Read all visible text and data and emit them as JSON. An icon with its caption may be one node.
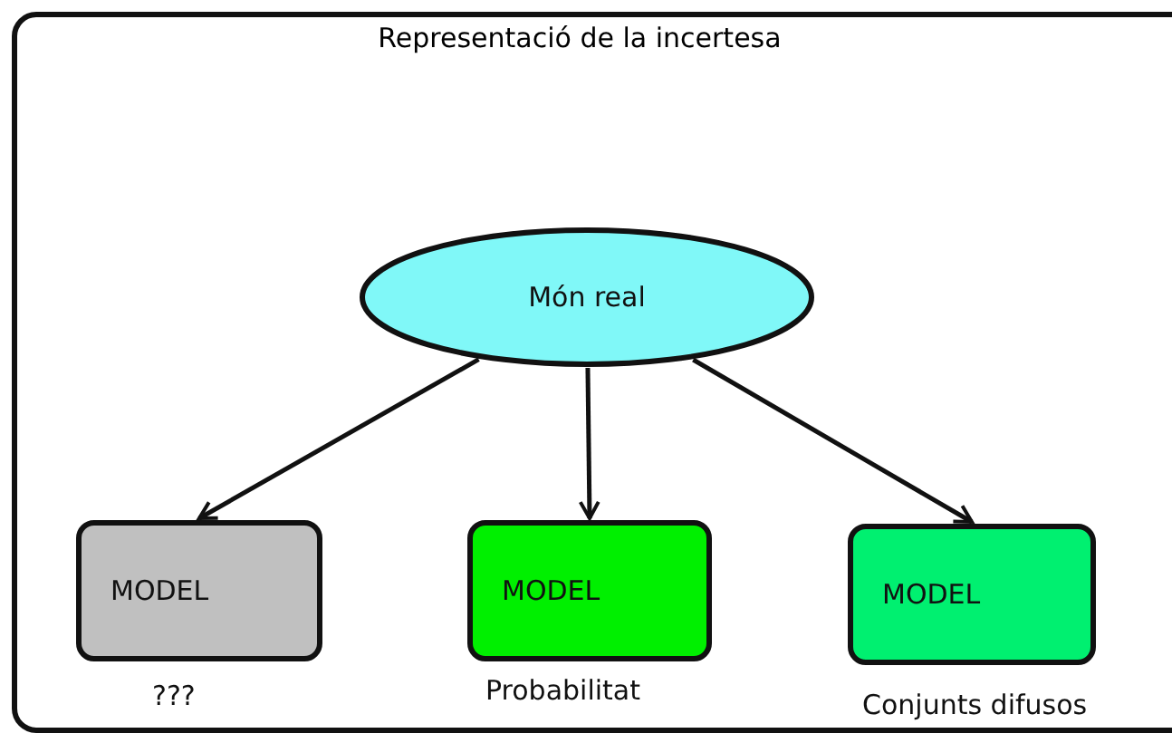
{
  "diagram": {
    "title": "Representació de la incertesa",
    "nodes": [
      {
        "text": [
          "Món real"
        ]
      },
      {
        "text": [
          "MODEL"
        ],
        "beside": [
          "???"
        ]
      },
      {
        "text": [
          "MODEL"
        ],
        "beside": [
          "Probabilitat"
        ]
      },
      {
        "text": [
          "MODEL"
        ],
        "beside": [
          "Conjunts difusos"
        ]
      }
    ],
    "edges": [
      {
        "from": 0,
        "to": 1,
        "arrow": "to"
      },
      {
        "from": 0,
        "to": 2,
        "arrow": "to"
      },
      {
        "from": 0,
        "to": 3,
        "arrow": "to"
      }
    ]
  }
}
